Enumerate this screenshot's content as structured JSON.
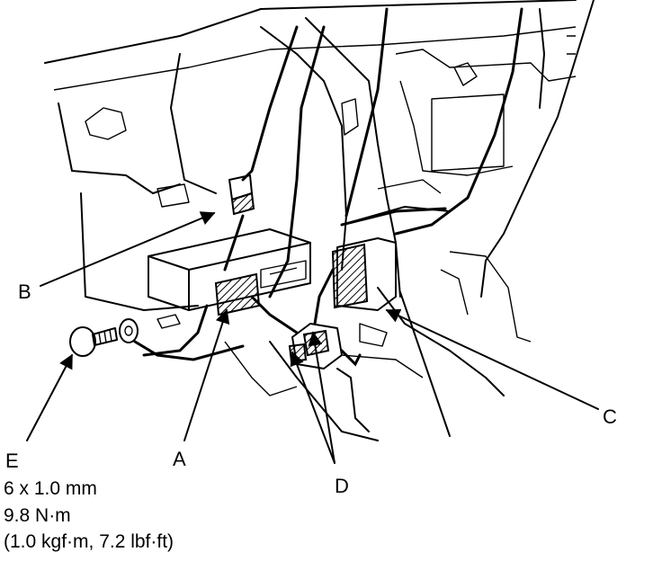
{
  "callouts": {
    "a": "A",
    "b": "B",
    "c": "C",
    "d": "D",
    "e": "E"
  },
  "fastener_spec": {
    "size": "6 x 1.0 mm",
    "torque_nm": "9.8 N·m",
    "torque_alt": "(1.0 kgf·m, 7.2 lbf·ft)"
  }
}
